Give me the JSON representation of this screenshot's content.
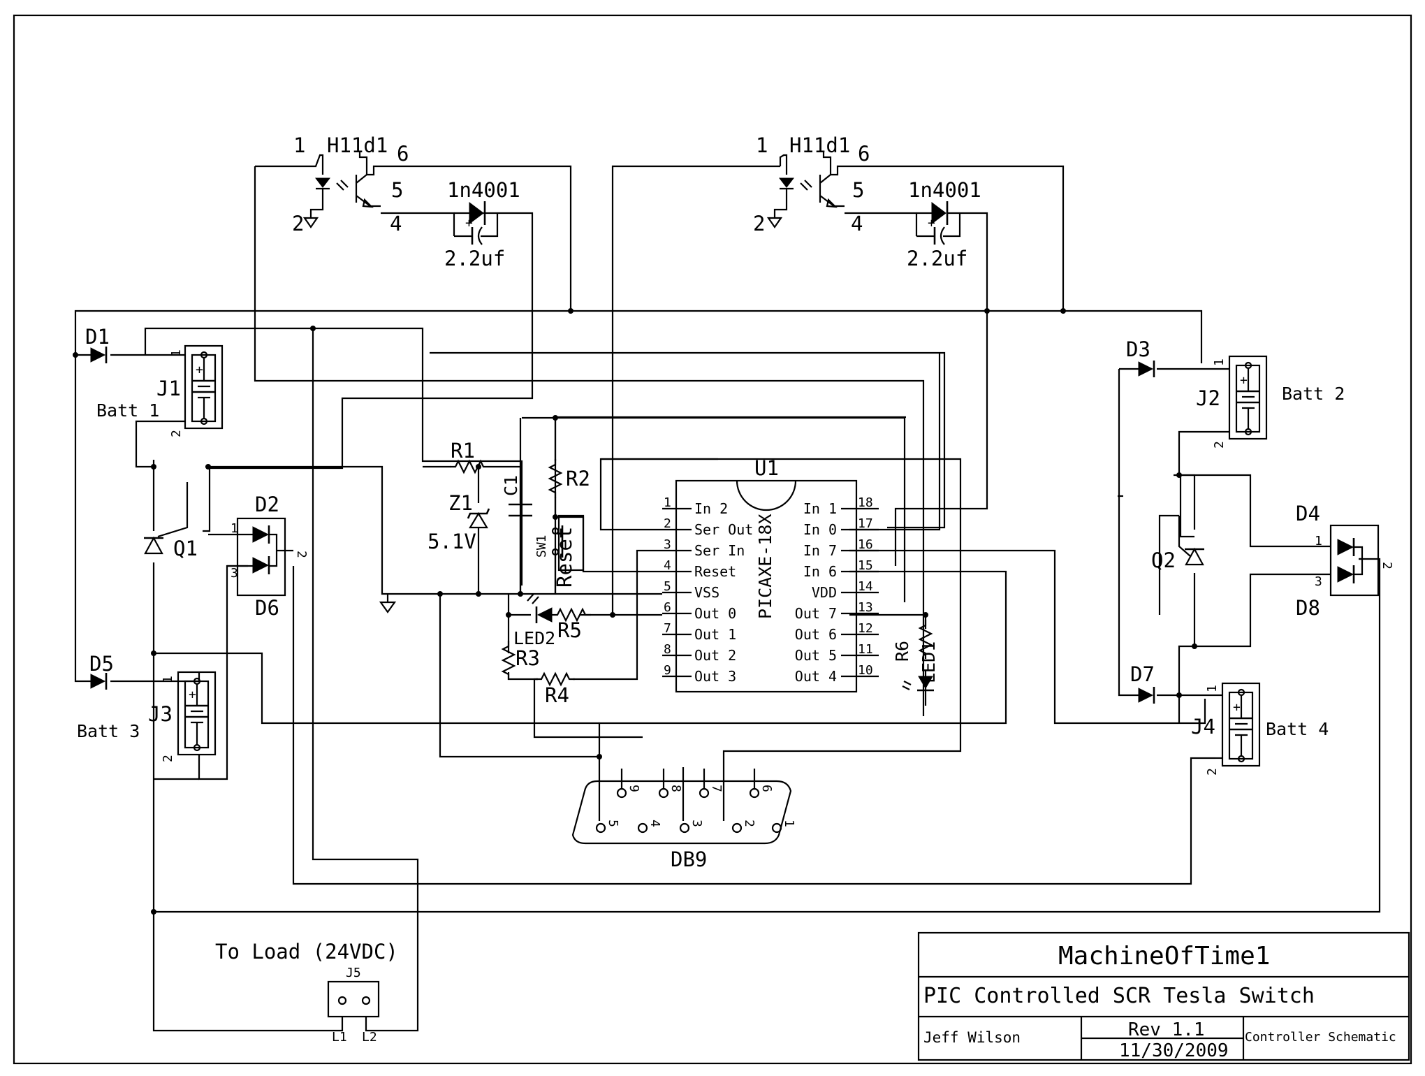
{
  "title_block": {
    "project": "MachineOfTime1",
    "description": "PIC Controlled SCR Tesla Switch",
    "author": "Jeff Wilson",
    "revision": "Rev 1.1",
    "date": "11/30/2009",
    "sheet": "Controller Schematic"
  },
  "optocouplers": [
    {
      "part": "H11d1",
      "pins": [
        "1",
        "2",
        "4",
        "5",
        "6"
      ]
    },
    {
      "part": "H11d1",
      "pins": [
        "1",
        "2",
        "4",
        "5",
        "6"
      ]
    }
  ],
  "diode_labels": [
    "1n4001",
    "1n4001"
  ],
  "capacitor_labels": [
    "2.2uf",
    "2.2uf"
  ],
  "components": {
    "D1": "D1",
    "D2": "D2",
    "D3": "D3",
    "D4": "D4",
    "D5": "D5",
    "D6": "D6",
    "D7": "D7",
    "D8": "D8",
    "J1": "J1",
    "J2": "J2",
    "J3": "J3",
    "J4": "J4",
    "J5": "J5",
    "Q1": "Q1",
    "Q2": "Q2",
    "R1": "R1",
    "R2": "R2",
    "R3": "R3",
    "R4": "R4",
    "R5": "R5",
    "R6": "R6",
    "Z1": "Z1",
    "Z1_value": "5.1V",
    "C1": "C1",
    "SW1": "SW1",
    "SW1_label": "Reset",
    "LED1": "LED1",
    "LED2": "LED2",
    "U1": "U1",
    "U1_part": "PICAXE-18X",
    "DB9": "DB9"
  },
  "batteries": [
    "Batt 1",
    "Batt 2",
    "Batt 3",
    "Batt 4"
  ],
  "jack_pins": [
    "1",
    "2"
  ],
  "load": {
    "label": "To Load (24VDC)",
    "pins": [
      "L1",
      "L2"
    ]
  },
  "picaxe": {
    "left_pins": [
      {
        "num": "1",
        "name": "In 2"
      },
      {
        "num": "2",
        "name": "Ser Out"
      },
      {
        "num": "3",
        "name": "Ser In"
      },
      {
        "num": "4",
        "name": "Reset"
      },
      {
        "num": "5",
        "name": "VSS"
      },
      {
        "num": "6",
        "name": "Out 0"
      },
      {
        "num": "7",
        "name": "Out 1"
      },
      {
        "num": "8",
        "name": "Out 2"
      },
      {
        "num": "9",
        "name": "Out 3"
      }
    ],
    "right_pins": [
      {
        "num": "18",
        "name": "In 1"
      },
      {
        "num": "17",
        "name": "In 0"
      },
      {
        "num": "16",
        "name": "In 7"
      },
      {
        "num": "15",
        "name": "In 6"
      },
      {
        "num": "14",
        "name": "VDD"
      },
      {
        "num": "13",
        "name": "Out 7"
      },
      {
        "num": "12",
        "name": "Out 6"
      },
      {
        "num": "11",
        "name": "Out 5"
      },
      {
        "num": "10",
        "name": "Out 4"
      }
    ]
  },
  "db9_pins": [
    "1",
    "2",
    "3",
    "4",
    "5",
    "6",
    "7",
    "8",
    "9"
  ],
  "dual_diode_pins": [
    "1",
    "2",
    "3"
  ]
}
